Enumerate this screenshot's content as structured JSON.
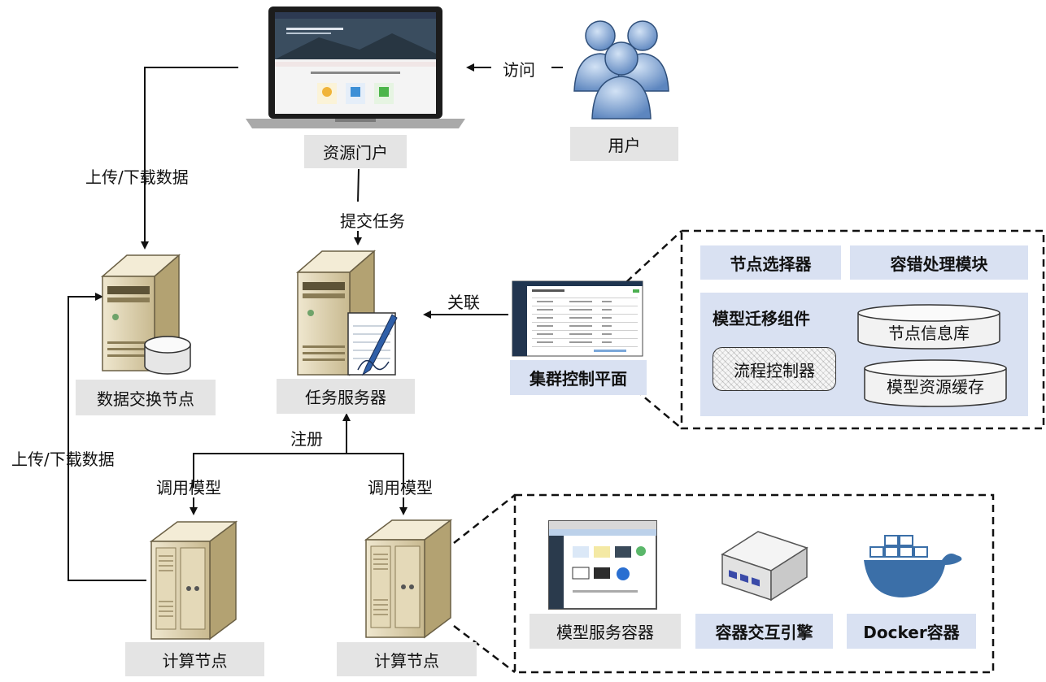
{
  "nodes": {
    "portal": "资源门户",
    "user": "用户",
    "data_exchange": "数据交换节点",
    "task_server": "任务服务器",
    "cluster_control": "集群控制平面",
    "compute_left": "计算节点",
    "compute_right": "计算节点"
  },
  "edges": {
    "visit": "访问",
    "upload_download_top": "上传/下载数据",
    "submit_task": "提交任务",
    "associate": "关联",
    "register": "注册",
    "invoke_left": "调用模型",
    "invoke_right": "调用模型",
    "upload_download_left": "上传/下载数据"
  },
  "cluster_panel": {
    "node_selector": "节点选择器",
    "fault_tolerance": "容错处理模块",
    "migration_component": "模型迁移组件",
    "node_info_db": "节点信息库",
    "flow_controller": "流程控制器",
    "model_cache": "模型资源缓存"
  },
  "compute_panel": {
    "model_service_container": "模型服务容器",
    "container_engine": "容器交互引擎",
    "docker_container": "Docker容器"
  },
  "colors": {
    "label_grey": "#e4e4e4",
    "label_blue": "#d9e1f2",
    "server_beige": "#ddd2b4",
    "user_blue": "#8fb0d8",
    "docker_blue": "#3b6fa8"
  }
}
